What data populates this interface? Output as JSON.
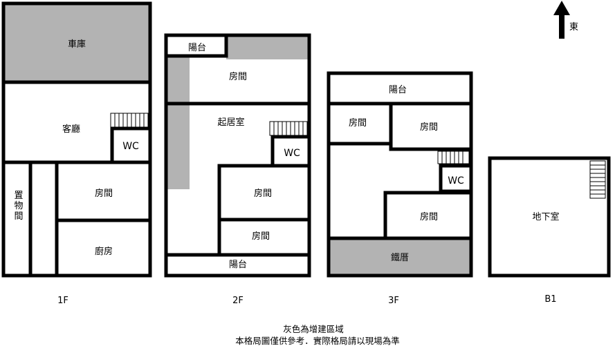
{
  "compass": {
    "label": "東",
    "icon": "arrow-up-icon"
  },
  "colors": {
    "wall": "#000000",
    "addition": "#b3b3b3",
    "background": "#ffffff"
  },
  "floors": {
    "f1": {
      "label": "1F",
      "rooms": {
        "garage": "車庫",
        "living": "客廳",
        "wc": "WC",
        "storage": "置物間",
        "bedroom": "房間",
        "kitchen": "廚房"
      }
    },
    "f2": {
      "label": "2F",
      "rooms": {
        "balcony_top": "陽台",
        "bedroom_top": "房間",
        "living": "起居室",
        "wc": "WC",
        "bedroom_mid": "房間",
        "bedroom_low": "房間",
        "balcony_bottom": "陽台"
      }
    },
    "f3": {
      "label": "3F",
      "rooms": {
        "balcony": "陽台",
        "bedroom_left": "房間",
        "bedroom_right": "房間",
        "wc": "WC",
        "bedroom_low": "房間",
        "iron_shed": "鐵厝"
      }
    },
    "b1": {
      "label": "B1",
      "rooms": {
        "basement": "地下室"
      }
    }
  },
  "notes": {
    "line1": "灰色為增建區域",
    "line2": "本格局圖僅供參考．實際格局請以現場為準"
  }
}
